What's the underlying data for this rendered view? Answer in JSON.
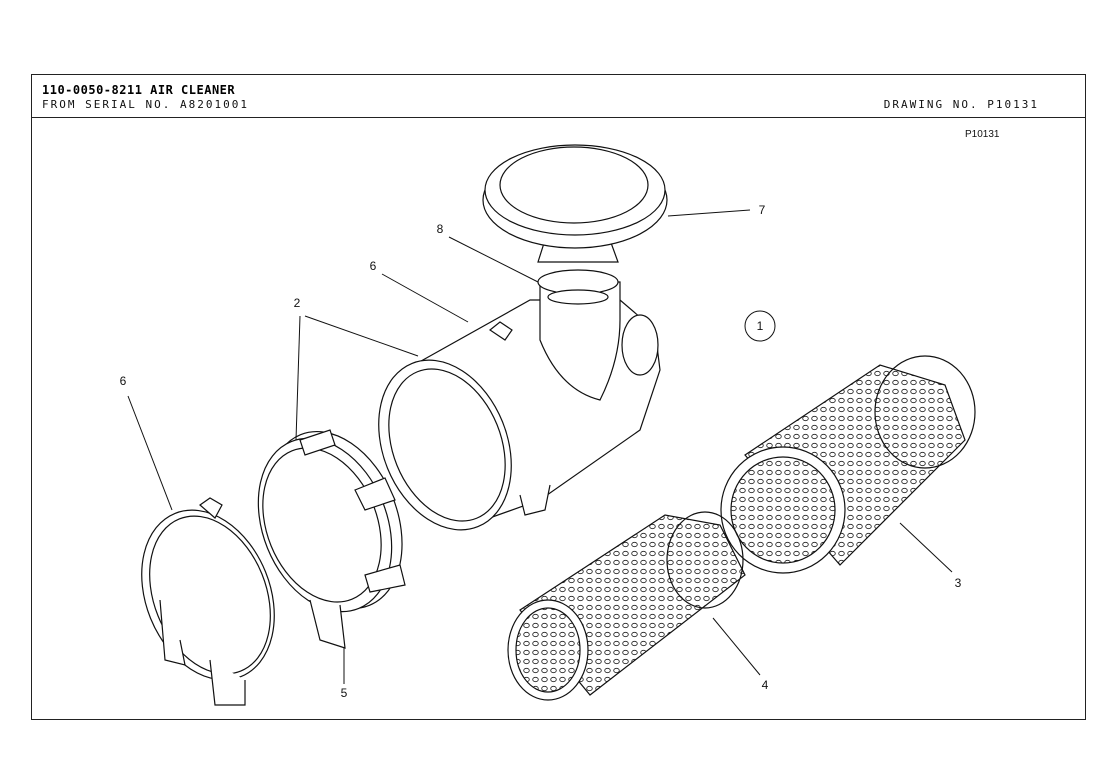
{
  "header": {
    "title": "110-0050-8211 AIR CLEANER",
    "serial": "FROM SERIAL NO. A8201001",
    "drawing_no": "DRAWING NO. P10131"
  },
  "drawing": {
    "ref": "P10131",
    "callouts": {
      "c1": "1",
      "c2": "2",
      "c3": "3",
      "c4": "4",
      "c5": "5",
      "c6a": "6",
      "c6b": "6",
      "c7": "7",
      "c8": "8"
    }
  }
}
